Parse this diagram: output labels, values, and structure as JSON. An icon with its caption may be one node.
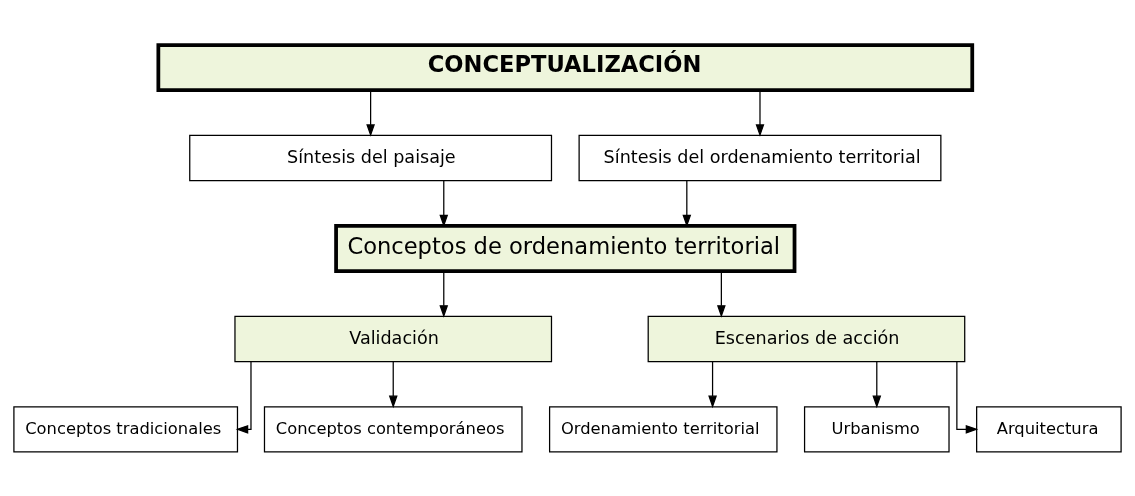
{
  "diagram": {
    "nodes": [
      {
        "text": [
          "CONCEPTUALIZACIÓN"
        ]
      },
      {
        "text": [
          "Síntesis del paisaje"
        ]
      },
      {
        "text": [
          "Síntesis del ordenamiento territorial"
        ]
      },
      {
        "text": [
          "Conceptos de ordenamiento territorial"
        ]
      },
      {
        "text": [
          "Validación"
        ]
      },
      {
        "text": [
          "Escenarios de acción"
        ]
      },
      {
        "text": [
          "Conceptos tradicionales"
        ]
      },
      {
        "text": [
          "Conceptos contemporáneos"
        ]
      },
      {
        "text": [
          "Ordenamiento territorial"
        ]
      },
      {
        "text": [
          "Urbanismo"
        ]
      },
      {
        "text": [
          "Arquitectura"
        ]
      }
    ],
    "edges": [
      {
        "from": 0,
        "to": 1,
        "arrow": "to"
      },
      {
        "from": 0,
        "to": 2,
        "arrow": "to"
      },
      {
        "from": 1,
        "to": 3,
        "arrow": "to"
      },
      {
        "from": 2,
        "to": 3,
        "arrow": "to"
      },
      {
        "from": 3,
        "to": 4,
        "arrow": "to"
      },
      {
        "from": 3,
        "to": 5,
        "arrow": "to"
      },
      {
        "from": 4,
        "to": 6,
        "arrow": "to"
      },
      {
        "from": 4,
        "to": 7,
        "arrow": "to"
      },
      {
        "from": 5,
        "to": 8,
        "arrow": "to"
      },
      {
        "from": 5,
        "to": 9,
        "arrow": "to"
      },
      {
        "from": 5,
        "to": 10,
        "arrow": "to"
      }
    ]
  }
}
